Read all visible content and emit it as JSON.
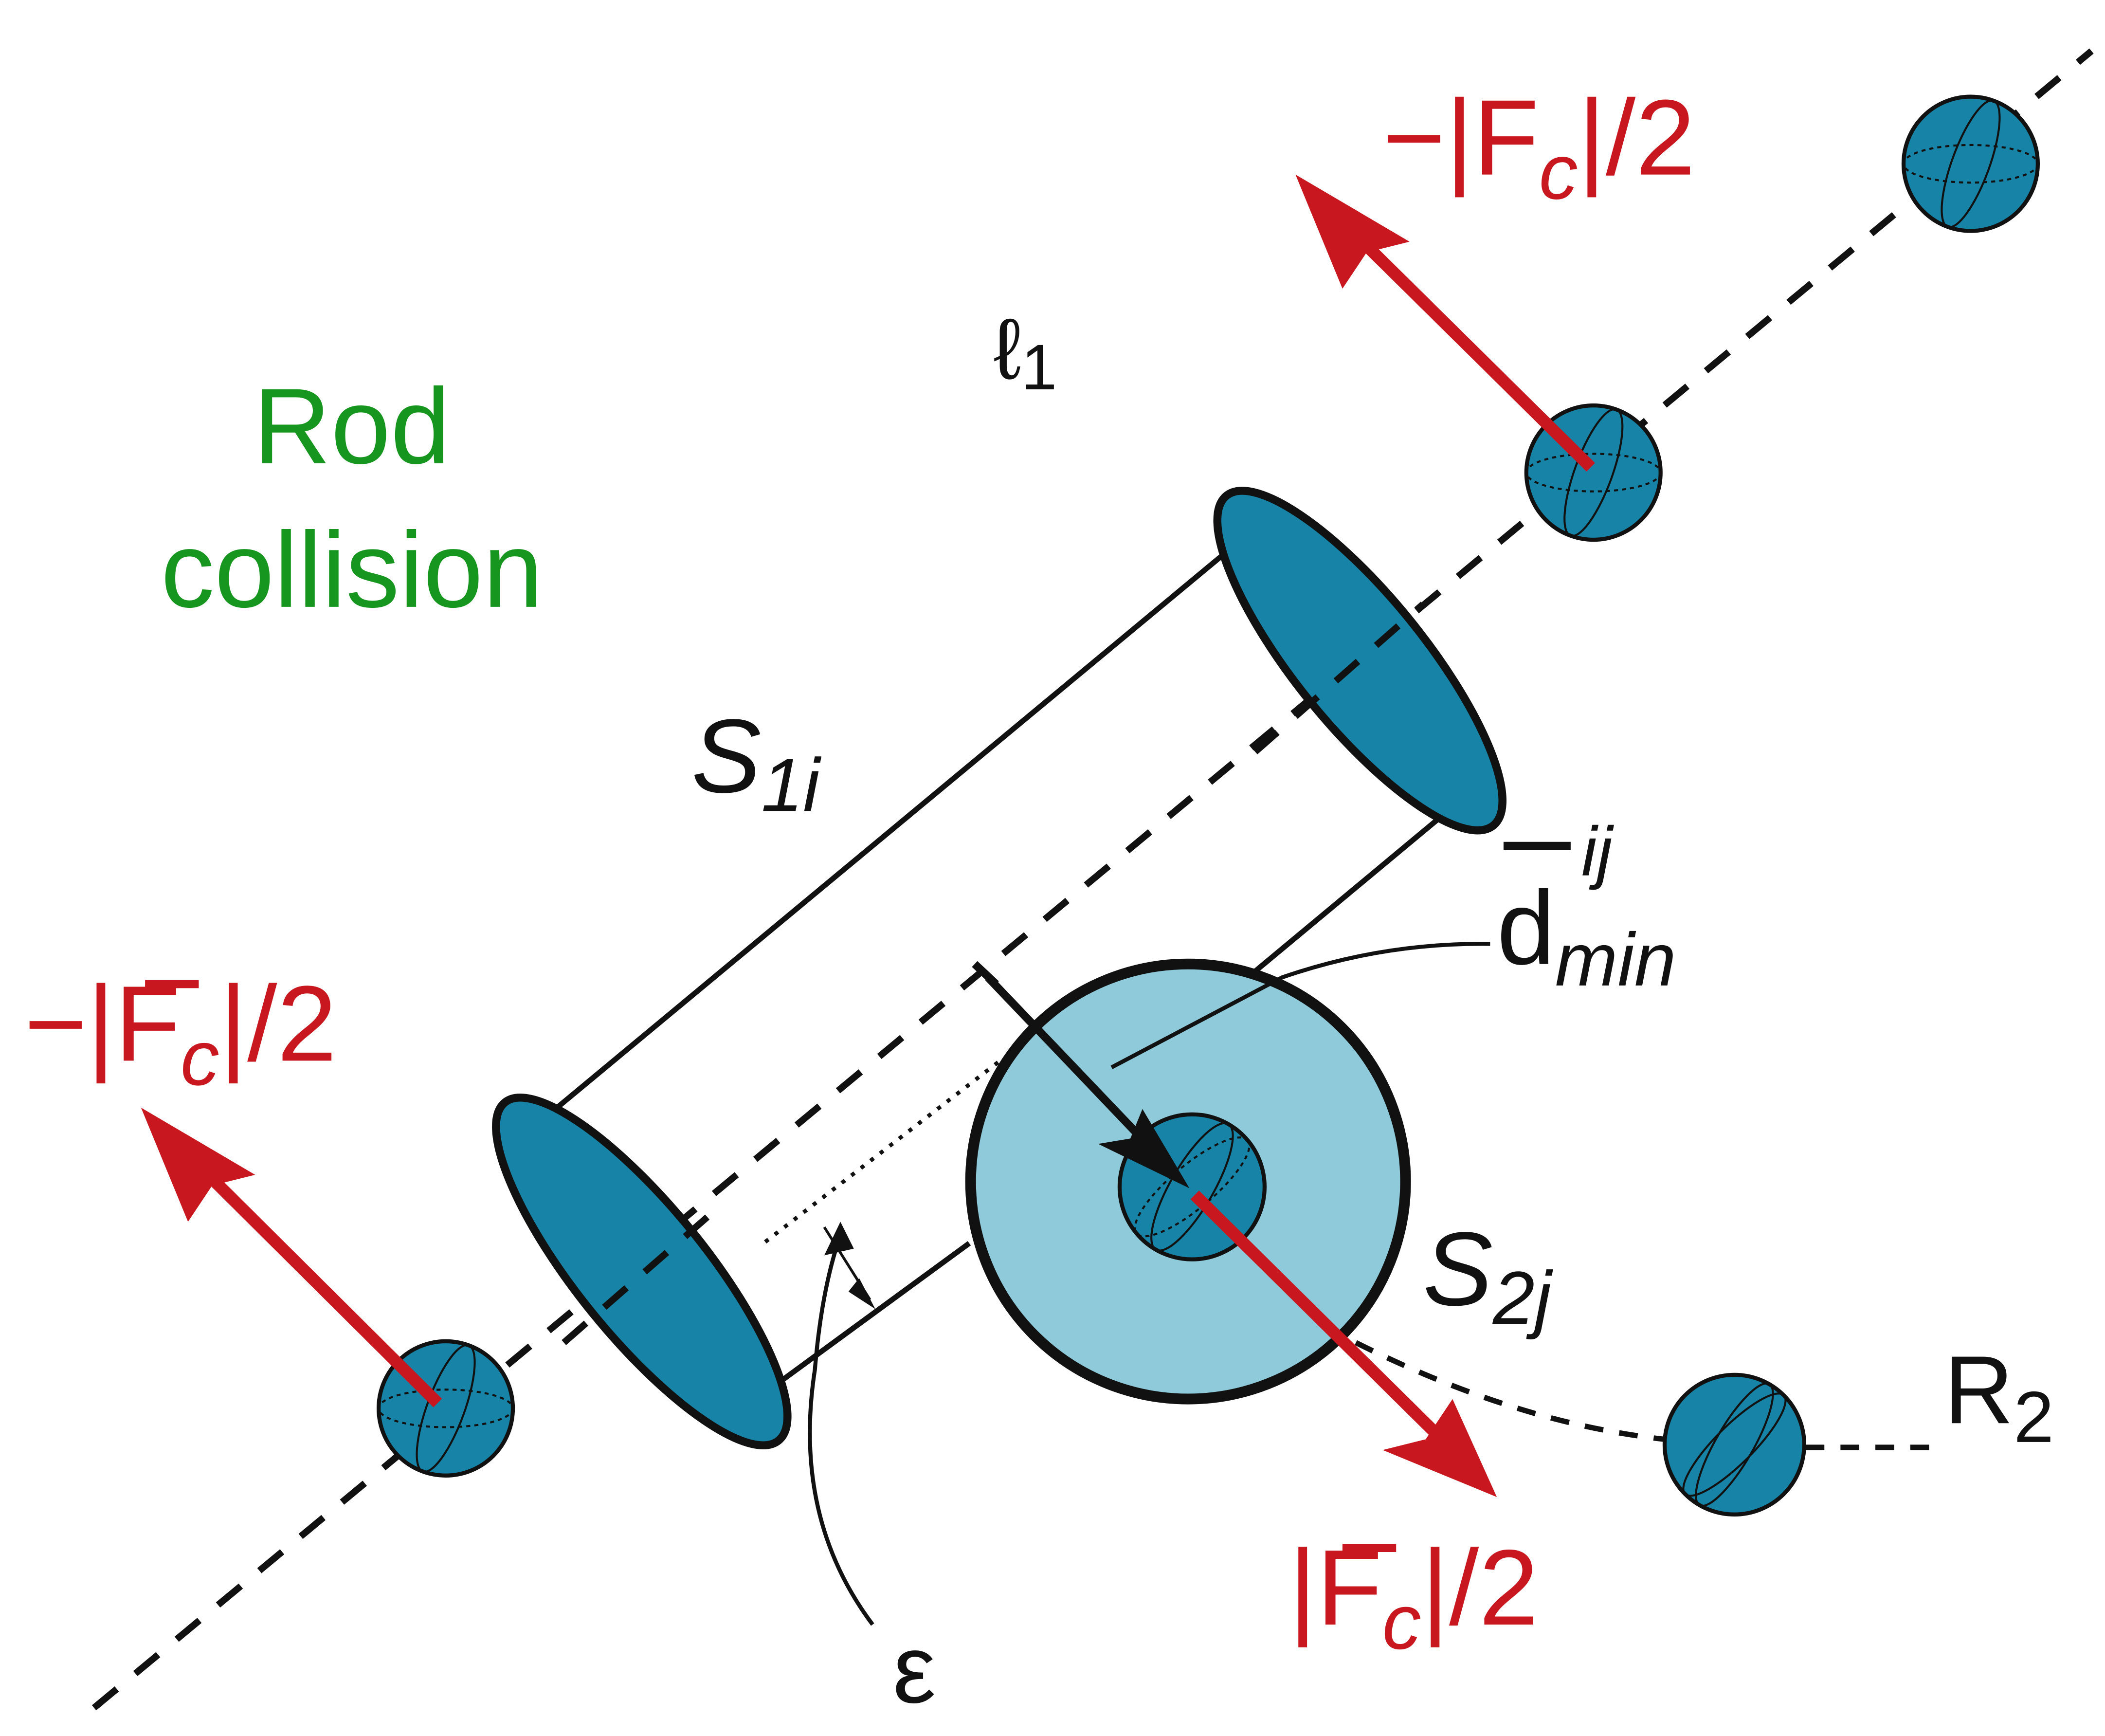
{
  "labels": {
    "title_line1": "Rod",
    "title_line2": "collision",
    "rod1": "ℓ",
    "rod1_sub": "1",
    "rod2": "R",
    "rod2_sub": "2",
    "segment1": "S",
    "segment1_sub": "1i",
    "segment2": "S",
    "segment2_sub": "2j",
    "dmin_base": "d",
    "dmin_sup": "ij",
    "dmin_sub": "min",
    "epsilon": "ε"
  },
  "forces": {
    "top": {
      "prefix": "−|",
      "base": "F",
      "sub": "c",
      "suffix": "|/2"
    },
    "left": {
      "prefix": "−|",
      "base": "F",
      "sub": "c",
      "suffix": "|/2"
    },
    "bottom": {
      "prefix": "|",
      "base": "F",
      "sub": "c",
      "suffix": "|/2"
    }
  },
  "colors": {
    "force_red": "#c8171e",
    "label_green": "#16961e",
    "bead_teal": "#1783a6",
    "sphere_light": "#8ecad9"
  }
}
